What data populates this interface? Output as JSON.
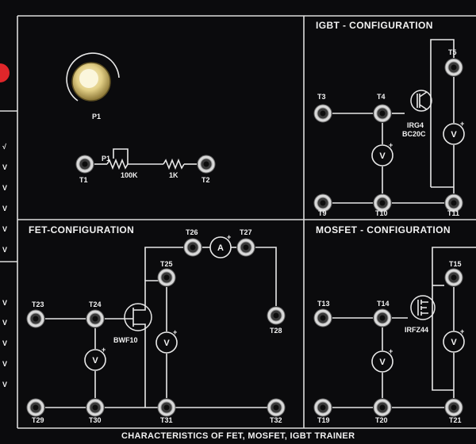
{
  "panel": {
    "title": "CHARACTERISTICS OF FET, MOSFET, IGBT TRAINER",
    "colors": {
      "background": "#0b0b0d",
      "line": "#e8e8e8",
      "knob": "#e2cf86",
      "indicator": "#e0262a"
    }
  },
  "pot_section": {
    "knob_label": "P1",
    "pot_label": "P1",
    "resistor_100k": "100K",
    "resistor_1k": "1K",
    "terminals": [
      "T1",
      "T2"
    ]
  },
  "igbt_section": {
    "title": "IGBT - CONFIGURATION",
    "device_name": "IRG4",
    "device_part": "BC20C",
    "terminals": [
      "T3",
      "T4",
      "T5",
      "T9",
      "T10",
      "T11"
    ],
    "meters": [
      "V",
      "V"
    ]
  },
  "fet_section": {
    "title": "FET-CONFIGURATION",
    "device_name": "BWF10",
    "terminals": [
      "T23",
      "T24",
      "T25",
      "T26",
      "T27",
      "T28",
      "T29",
      "T30",
      "T31",
      "T32"
    ],
    "meters": [
      "V",
      "V"
    ],
    "ammeter": "A"
  },
  "mosfet_section": {
    "title": "MOSFET - CONFIGURATION",
    "device_name": "IRFZ44",
    "terminals": [
      "T13",
      "T14",
      "T15",
      "T19",
      "T20",
      "T21"
    ],
    "meters": [
      "V",
      "V"
    ]
  }
}
